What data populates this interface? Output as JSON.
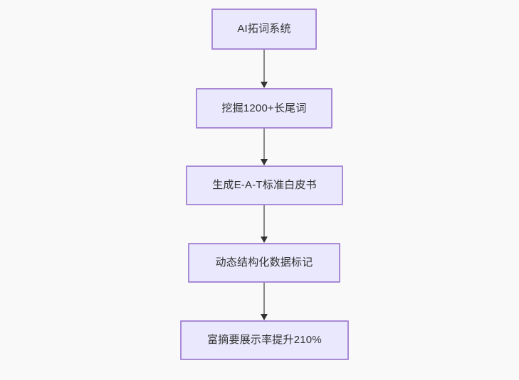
{
  "diagram": {
    "type": "flowchart",
    "direction": "top-to-bottom",
    "background_color": "#f9f9f9",
    "node_fill_color": "#eae8fd",
    "node_border_color": "#a98ad6",
    "node_text_color": "#333333",
    "edge_color": "#888888",
    "arrowhead_color": "#333333",
    "nodes": [
      {
        "id": "n1",
        "label": "AI拓词系统"
      },
      {
        "id": "n2",
        "label": "挖掘1200+长尾词"
      },
      {
        "id": "n3",
        "label": "生成E-A-T标准白皮书"
      },
      {
        "id": "n4",
        "label": "动态结构化数据标记"
      },
      {
        "id": "n5",
        "label": "富摘要展示率提升210%"
      }
    ],
    "edges": [
      {
        "from": "n1",
        "to": "n2",
        "label": ""
      },
      {
        "from": "n2",
        "to": "n3",
        "label": ""
      },
      {
        "from": "n3",
        "to": "n4",
        "label": ""
      },
      {
        "from": "n4",
        "to": "n5",
        "label": ""
      }
    ]
  }
}
